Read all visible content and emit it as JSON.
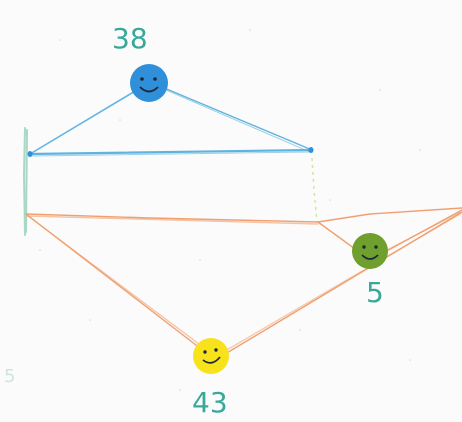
{
  "colors": {
    "paper": "#fbfbfb",
    "blue_pencil": "#5fb4de",
    "blue_sticker": "#2f8fd8",
    "orange_pencil": "#f0a070",
    "green_pencil": "#a9d8c6",
    "green_sticker": "#6f9f2c",
    "yellow_sticker": "#f7e21c",
    "number_ink": "#3aa898",
    "face_ink": "#1b2a3a"
  },
  "stickers": {
    "top": {
      "kind": "smiley",
      "color": "blue",
      "label": "38"
    },
    "right": {
      "kind": "smiley",
      "color": "green",
      "label": "5"
    },
    "bottom": {
      "kind": "smiley",
      "color": "yellow",
      "label": "43"
    }
  },
  "margin_mark": "5"
}
